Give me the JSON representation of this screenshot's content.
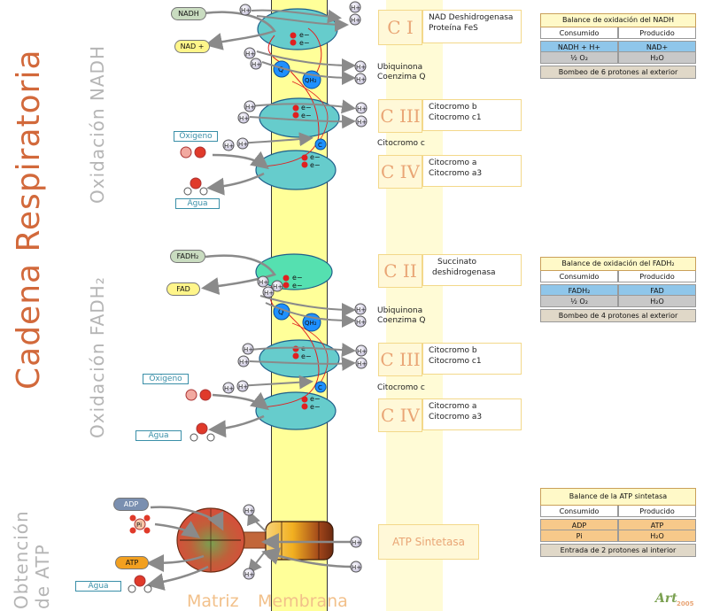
{
  "titles": {
    "main": "Cadena Respiratoria",
    "nadh_section": "Oxidación NADH",
    "fadh_section": "Oxidación FADH₂",
    "atp_section_line1": "Obtención",
    "atp_section_line2": "de ATP",
    "matriz": "Matriz",
    "membrana": "Membrana"
  },
  "complexes": {
    "c1": {
      "label": "C I",
      "desc1": "NAD Deshidrogenasa",
      "desc2": "Proteína FeS"
    },
    "c3a": {
      "label": "C III",
      "desc1": "Citocromo b",
      "desc2": "Citocromo c1"
    },
    "c4a": {
      "label": "C IV",
      "desc1": "Citocromo a",
      "desc2": "Citocromo a3"
    },
    "c2": {
      "label": "C II",
      "desc1": "Succinato",
      "desc2": "deshidrogenasa"
    },
    "c3b": {
      "label": "C III",
      "desc1": "Citocromo b",
      "desc2": "Citocromo c1"
    },
    "c4b": {
      "label": "C IV",
      "desc1": "Citocromo a",
      "desc2": "Citocromo a3"
    },
    "atp": {
      "label": "ATP Sintetasa"
    }
  },
  "carriers": {
    "ubiq1_line1": "Ubiquinona",
    "ubiq1_line2": "Coenzima Q",
    "cytc1": "Citocromo c",
    "ubiq2_line1": "Ubiquinona",
    "ubiq2_line2": "Coenzima Q",
    "cytc2": "Citocromo c"
  },
  "molecules": {
    "nadh": "NADH",
    "nadplus": "NAD +",
    "oxigeno1": "Oxigeno",
    "agua1": "Agua",
    "fadh2": "FADH₂",
    "fad": "FAD",
    "oxigeno2": "Oxigeno",
    "agua2": "Agua",
    "adp": "ADP",
    "pi": "Pi",
    "atp": "ATP",
    "agua3": "Agua",
    "hplus": "H+",
    "electron": "e−",
    "q": "Q",
    "qh2": "QH₂",
    "c": "C"
  },
  "balances": {
    "nadh": {
      "title": "Balance de oxidación del NADH",
      "col1": "Consumido",
      "col2": "Producido",
      "r1c1": "NADH + H+",
      "r1c2": "NAD+",
      "r2c1": "½ O₂",
      "r2c2": "H₂O",
      "foot": "Bombeo de 6 protones al exterior"
    },
    "fadh": {
      "title": "Balance de oxidación del FADH₂",
      "col1": "Consumido",
      "col2": "Producido",
      "r1c1": "FADH₂",
      "r1c2": "FAD",
      "r2c1": "½ O₂",
      "r2c2": "H₂O",
      "foot": "Bombeo de 4 protones al exterior"
    },
    "atp": {
      "title": "Balance de la ATP sintetasa",
      "col1": "Consumido",
      "col2": "Producido",
      "r1c1": "ADP",
      "r1c2": "ATP",
      "r2c1": "Pi",
      "r2c2": "H₂O",
      "foot": "Entrada de 2 protones al interior"
    }
  },
  "logo": "Art 2005",
  "colors": {
    "membrane": "#ffff99",
    "complex_fill": "#66cccc",
    "complex_green": "#55e0b0",
    "accent_orange": "#d2693b",
    "quinone_blue": "#1e90ff",
    "arrow_gray": "#8a8a8a",
    "electron_red": "#e02020"
  }
}
